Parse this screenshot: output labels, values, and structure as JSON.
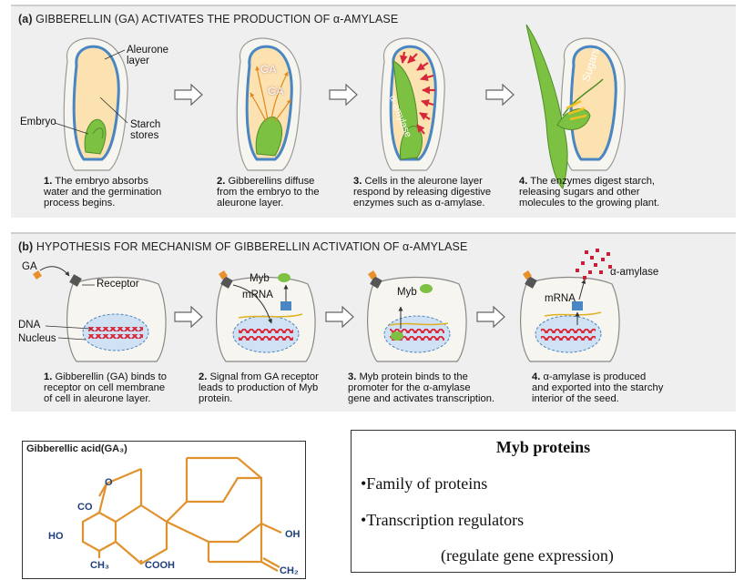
{
  "panel_a": {
    "label": "(a)",
    "title": "GIBBERELLIN (GA) ACTIVATES THE PRODUCTION OF α-AMYLASE",
    "labels": {
      "aleurone_line1": "Aleurone",
      "aleurone_line2": "layer",
      "embryo": "Embryo",
      "starch_line1": "Starch",
      "starch_line2": "stores",
      "ga1": "GA",
      "ga2": "GA",
      "alpha_amylase": "α-amylase",
      "sugars": "Sugars"
    },
    "steps": [
      {
        "num": "1.",
        "text": " The embryo absorbs\nwater and the germination\nprocess begins."
      },
      {
        "num": "2.",
        "text": " Gibberellins diffuse\nfrom the embryo to the\naleurone layer."
      },
      {
        "num": "3.",
        "text": " Cells in the aleurone layer\nrespond by releasing digestive\nenzymes such as α-amylase."
      },
      {
        "num": "4.",
        "text": " The enzymes digest starch,\nreleasing sugars and other\nmolecules to the growing plant."
      }
    ]
  },
  "panel_b": {
    "label": "(b)",
    "title": "HYPOTHESIS FOR MECHANISM OF GIBBERELLIN ACTIVATION OF α-AMYLASE",
    "labels": {
      "ga": "GA",
      "receptor": "Receptor",
      "dna": "DNA",
      "nucleus": "Nucleus",
      "myb1": "Myb",
      "mrna1": "mRNA",
      "myb2": "Myb",
      "mrna2": "mRNA",
      "alpha_amylase": "α-amylase"
    },
    "steps": [
      {
        "num": "1.",
        "text": " Gibberellin (GA) binds to\nreceptor on cell membrane\nof cell in aleurone layer."
      },
      {
        "num": "2.",
        "text": " Signal from GA receptor\nleads to production of Myb\nprotein."
      },
      {
        "num": "3.",
        "text": " Myb protein binds to the\npromoter for the α-amylase\ngene and activates transcription."
      },
      {
        "num": "4.",
        "text": " α-amylase is produced\nand exported into the starchy\ninterior of the seed."
      }
    ]
  },
  "gibberellic_acid": {
    "title": "Gibberellic acid(GA₃)",
    "groups": {
      "o": "O",
      "co": "CO",
      "ho": "HO",
      "ch3": "CH₃",
      "cooh": "COOH",
      "oh": "OH",
      "ch2": "CH₂"
    }
  },
  "myb_box": {
    "title": "Myb proteins",
    "line1": "•Family of proteins",
    "line2": "•Transcription regulators",
    "line3": "(regulate gene expression)"
  },
  "colors": {
    "panel_bg": "#efefef",
    "seed_fill": "#f7f5ef",
    "aleurone_blue": "#4a86c2",
    "starch": "#fbe2b0",
    "embryo_green": "#7cc142",
    "enzyme_red": "#d6283a",
    "nucleus_blue": "#cfe1f3",
    "molecule_orange": "#cc8a3a"
  }
}
